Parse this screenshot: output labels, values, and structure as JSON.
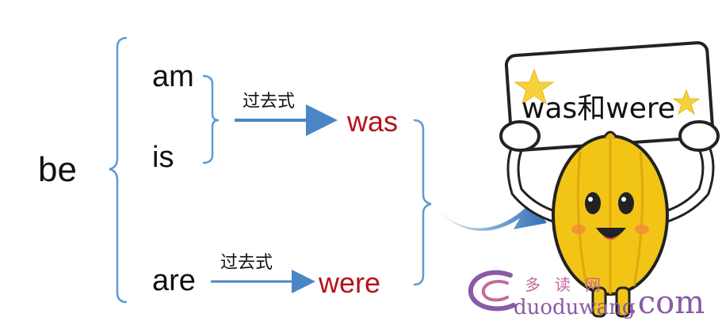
{
  "diagram": {
    "root_word": "be",
    "forms": {
      "am": "am",
      "is": "is",
      "are": "are"
    },
    "past_label_top": "过去式",
    "past_label_bottom": "过去式",
    "past_was": "was",
    "past_were": "were"
  },
  "illustration": {
    "sign_text": "was和were",
    "mascot_icon": "yellow-mascot-holding-sign"
  },
  "watermark": {
    "chinese": "多读网",
    "url": "duoduwang",
    "suffix": ".com"
  },
  "colors": {
    "bracket": "#5b9bd5",
    "arrow": "#4a86c5",
    "past_form": "#b3141a",
    "mascot": "#f2c416"
  }
}
